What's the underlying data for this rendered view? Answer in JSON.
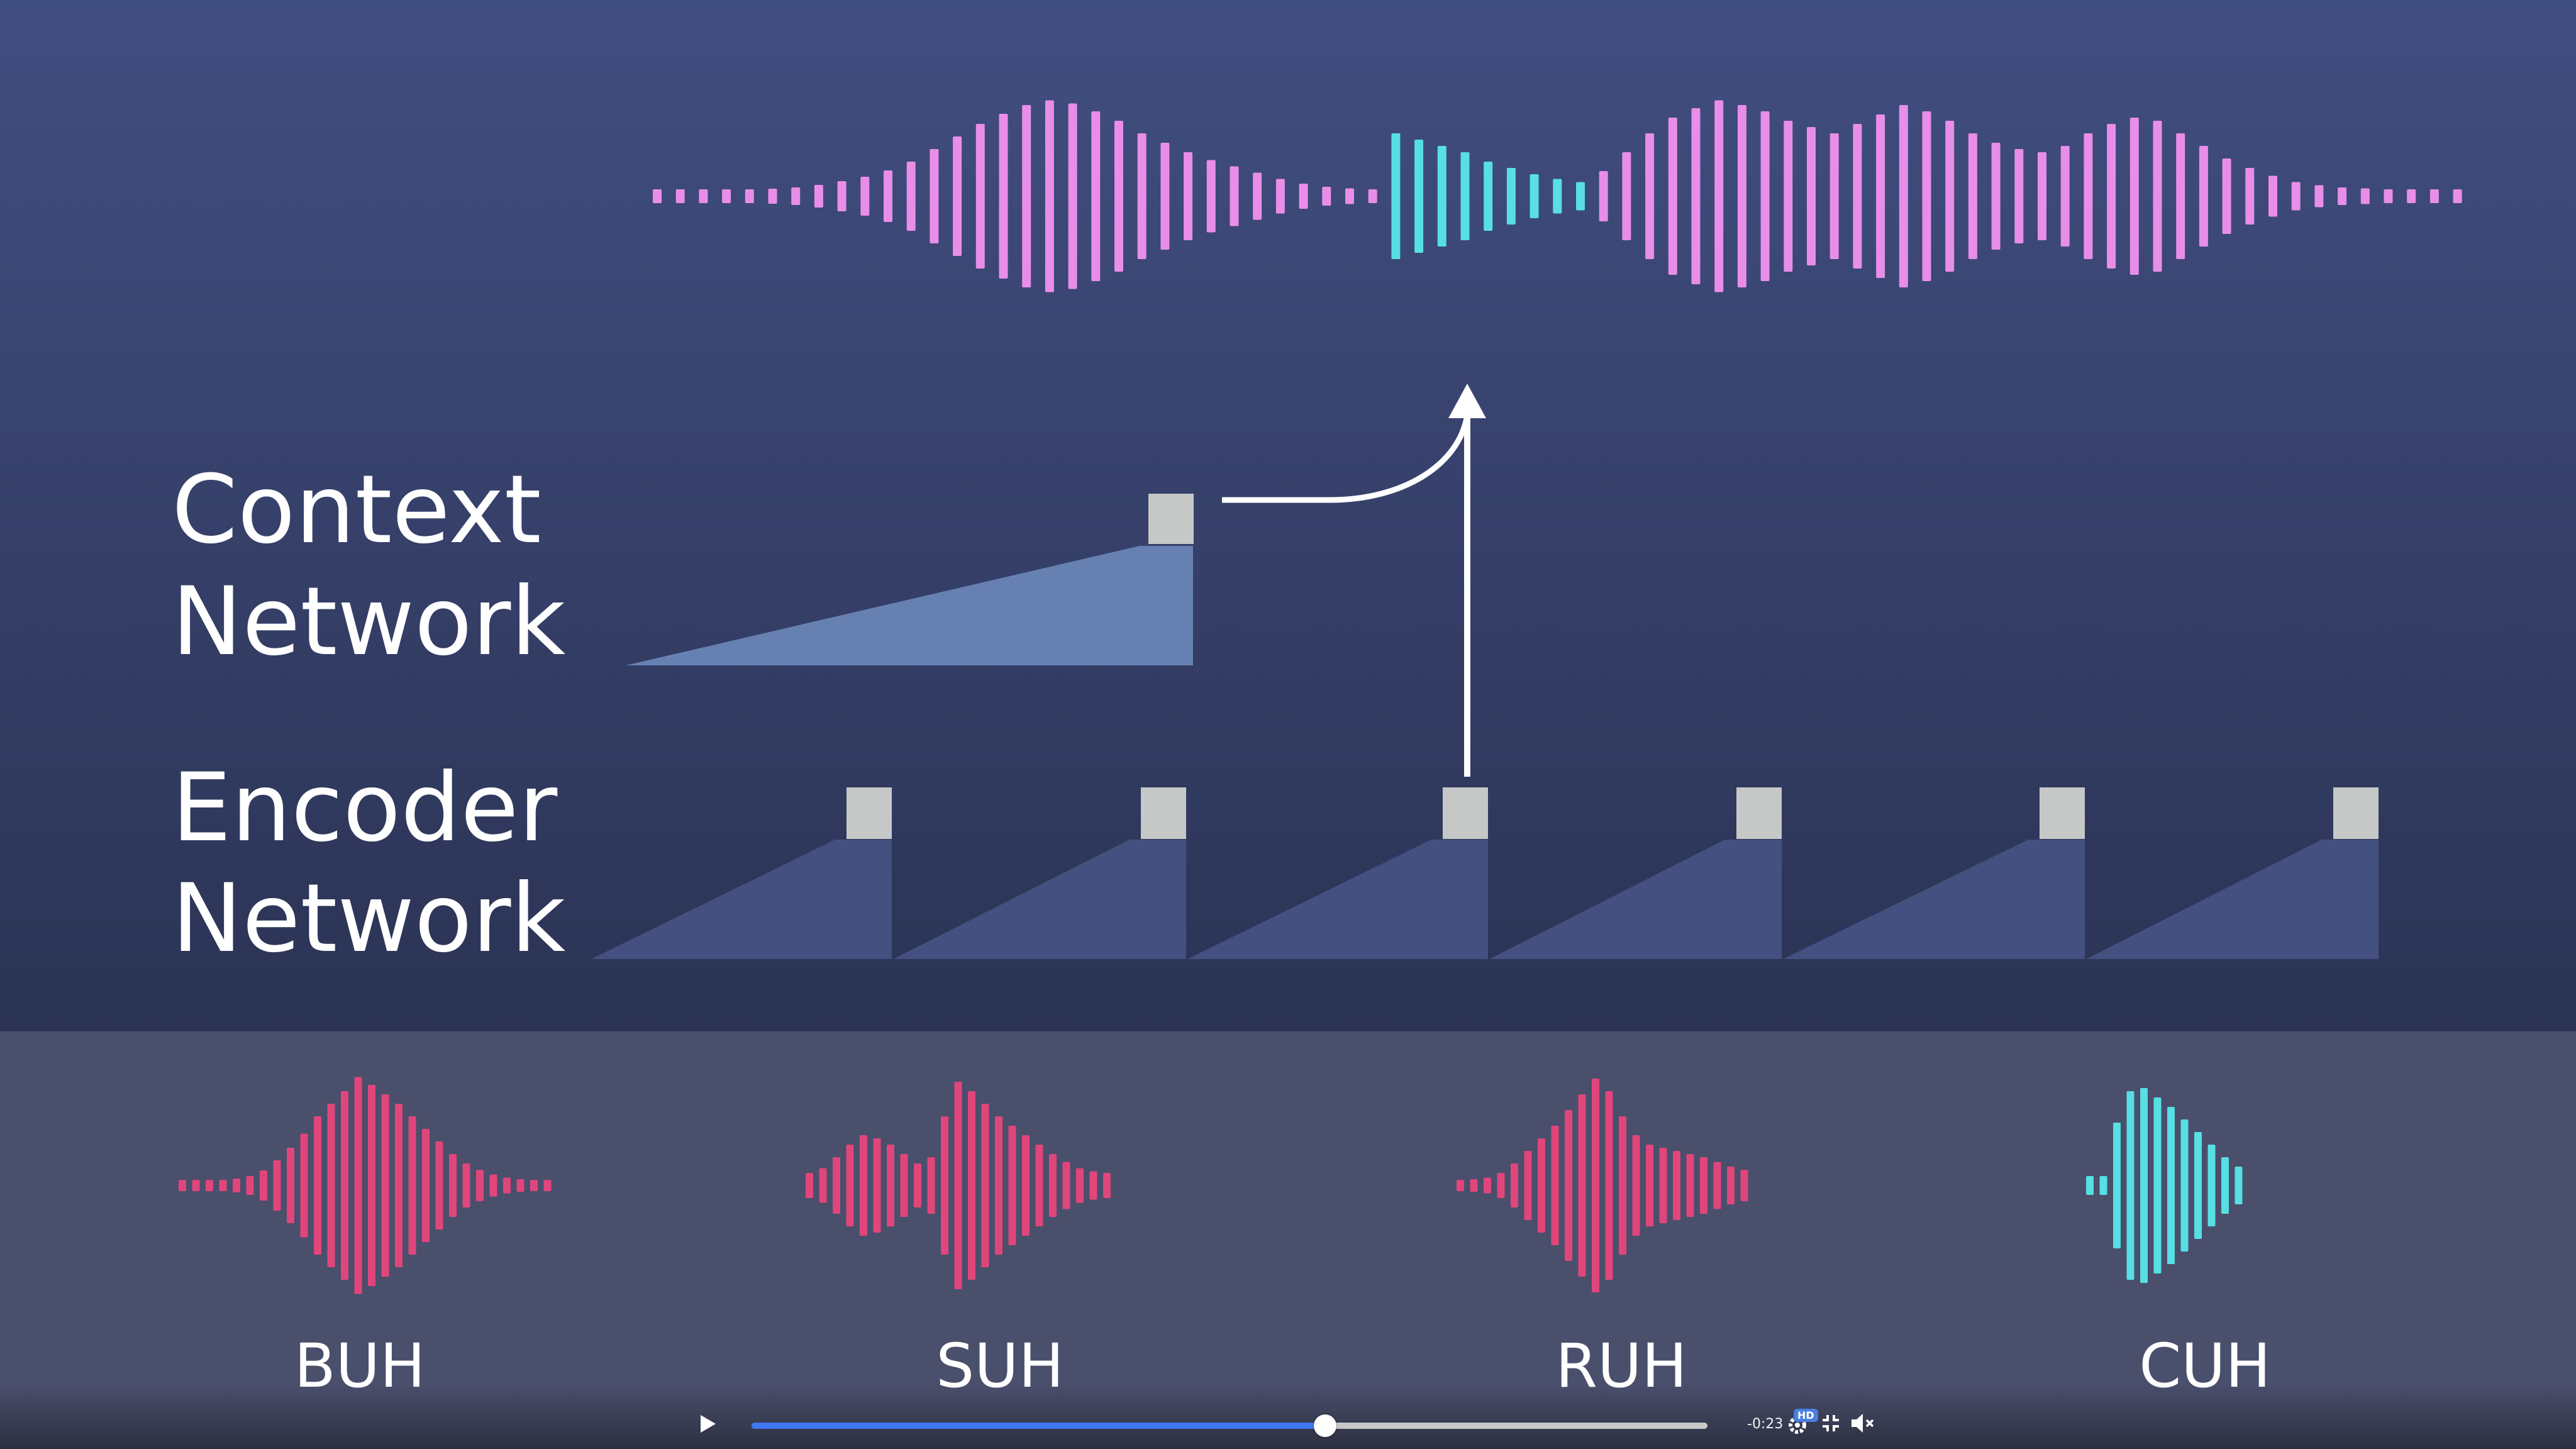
{
  "colors": {
    "background_top": "#414e80",
    "background_bottom": "#2b3354",
    "bottom_panel": "#4a4f6c",
    "wave_pink": "#e88ee8",
    "wave_cyan": "#57dfe3",
    "phoneme_red": "#e0467c",
    "phoneme_cyan": "#57dfe3",
    "encoder_fill": "#44507f",
    "context_fill": "#6680b2",
    "token_square": "#c6c8c8",
    "progress_fill": "#3f76f2"
  },
  "diagram": {
    "context_label_line1": "Context",
    "context_label_line2": "Network",
    "encoder_label_line1": "Encoder",
    "encoder_label_line2": "Network",
    "encoder_blocks": 6
  },
  "phonemes": [
    {
      "label": "BUH",
      "color": "phoneme_red"
    },
    {
      "label": "SUH",
      "color": "phoneme_red"
    },
    {
      "label": "RUH",
      "color": "phoneme_red"
    },
    {
      "label": "CUH",
      "color": "phoneme_cyan"
    }
  ],
  "player": {
    "time_remaining": "-0:23",
    "progress": 0.6,
    "hd_badge": "HD",
    "play_icon": "play-icon",
    "settings_icon": "gear-icon",
    "fullscreen_icon": "exit-fullscreen-icon",
    "mute_icon": "speaker-muted-icon"
  }
}
